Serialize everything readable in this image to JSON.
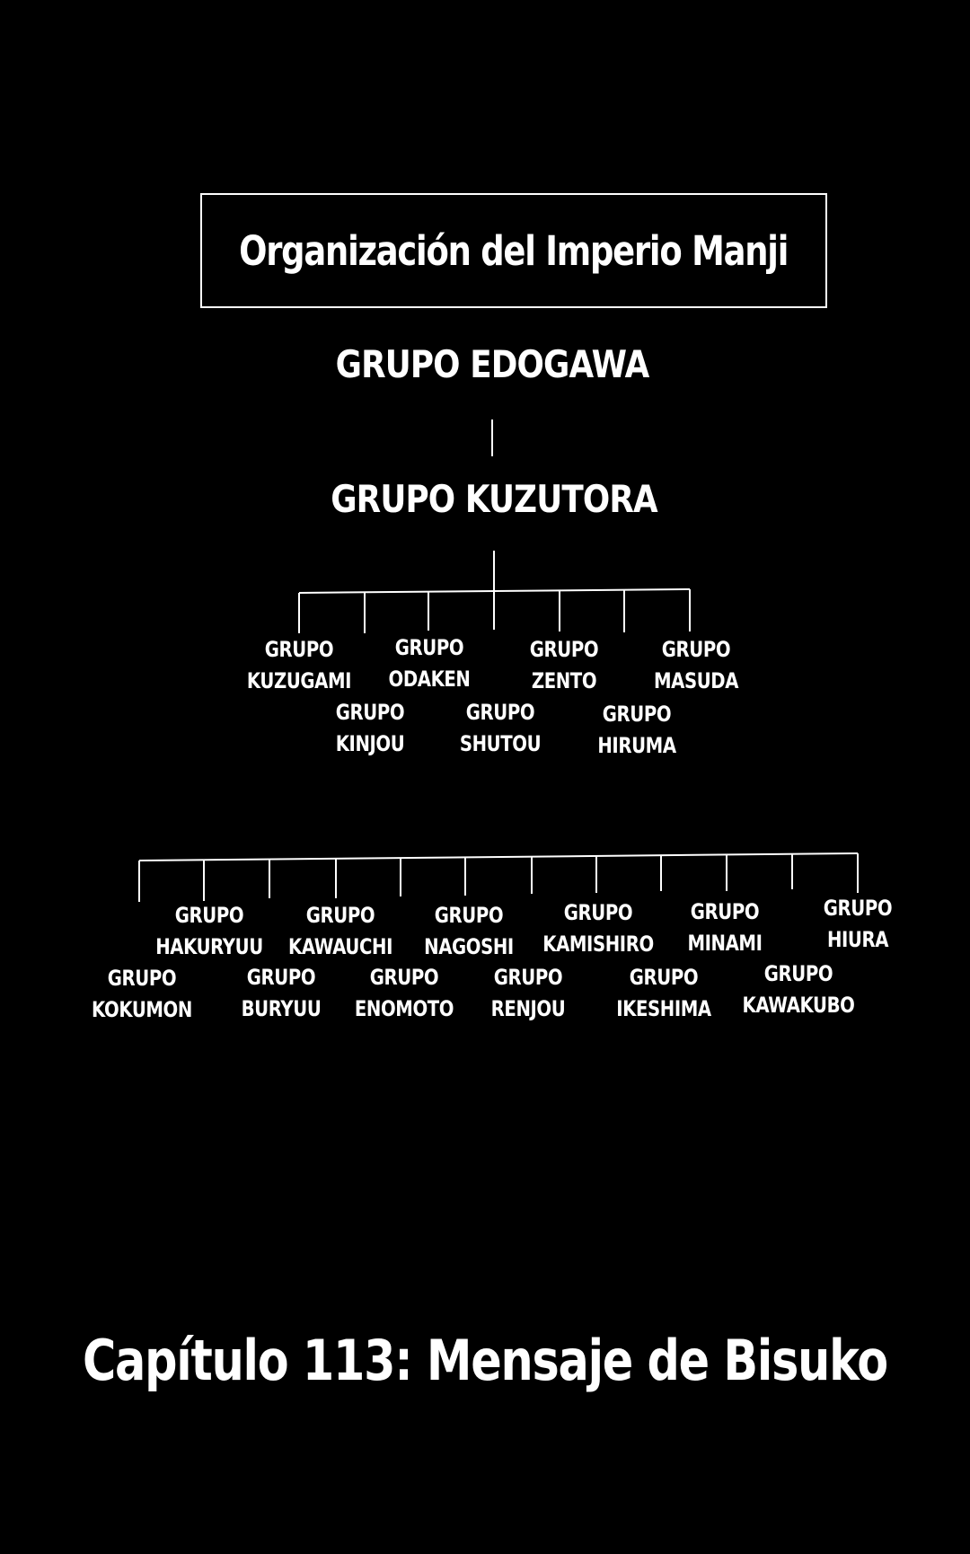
{
  "title": "Organización del Imperio Manji",
  "top_node": "GRUPO EDOGAWA",
  "second_node": "GRUPO KUZUTORA",
  "tier1": [
    {
      "prefix": "GRUPO",
      "name": "KUZUGAMI"
    },
    {
      "prefix": "GRUPO",
      "name": "KINJOU"
    },
    {
      "prefix": "GRUPO",
      "name": "ODAKEN"
    },
    {
      "prefix": "GRUPO",
      "name": "SHUTOU"
    },
    {
      "prefix": "GRUPO",
      "name": "ZENTO"
    },
    {
      "prefix": "GRUPO",
      "name": "HIRUMA"
    },
    {
      "prefix": "GRUPO",
      "name": "MASUDA"
    }
  ],
  "tier2": [
    {
      "prefix": "GRUPO",
      "name": "KOKUMON"
    },
    {
      "prefix": "GRUPO",
      "name": "HAKURYUU"
    },
    {
      "prefix": "GRUPO",
      "name": "BURYUU"
    },
    {
      "prefix": "GRUPO",
      "name": "KAWAUCHI"
    },
    {
      "prefix": "GRUPO",
      "name": "ENOMOTO"
    },
    {
      "prefix": "GRUPO",
      "name": "NAGOSHI"
    },
    {
      "prefix": "GRUPO",
      "name": "RENJOU"
    },
    {
      "prefix": "GRUPO",
      "name": "KAMISHIRO"
    },
    {
      "prefix": "GRUPO",
      "name": "IKESHIMA"
    },
    {
      "prefix": "GRUPO",
      "name": "MINAMI"
    },
    {
      "prefix": "GRUPO",
      "name": "KAWAKUBO"
    },
    {
      "prefix": "GRUPO",
      "name": "HIURA"
    }
  ],
  "chapter": "Capítulo 113: Mensaje de Bisuko",
  "colors": {
    "background": "#000000",
    "foreground": "#ffffff"
  }
}
